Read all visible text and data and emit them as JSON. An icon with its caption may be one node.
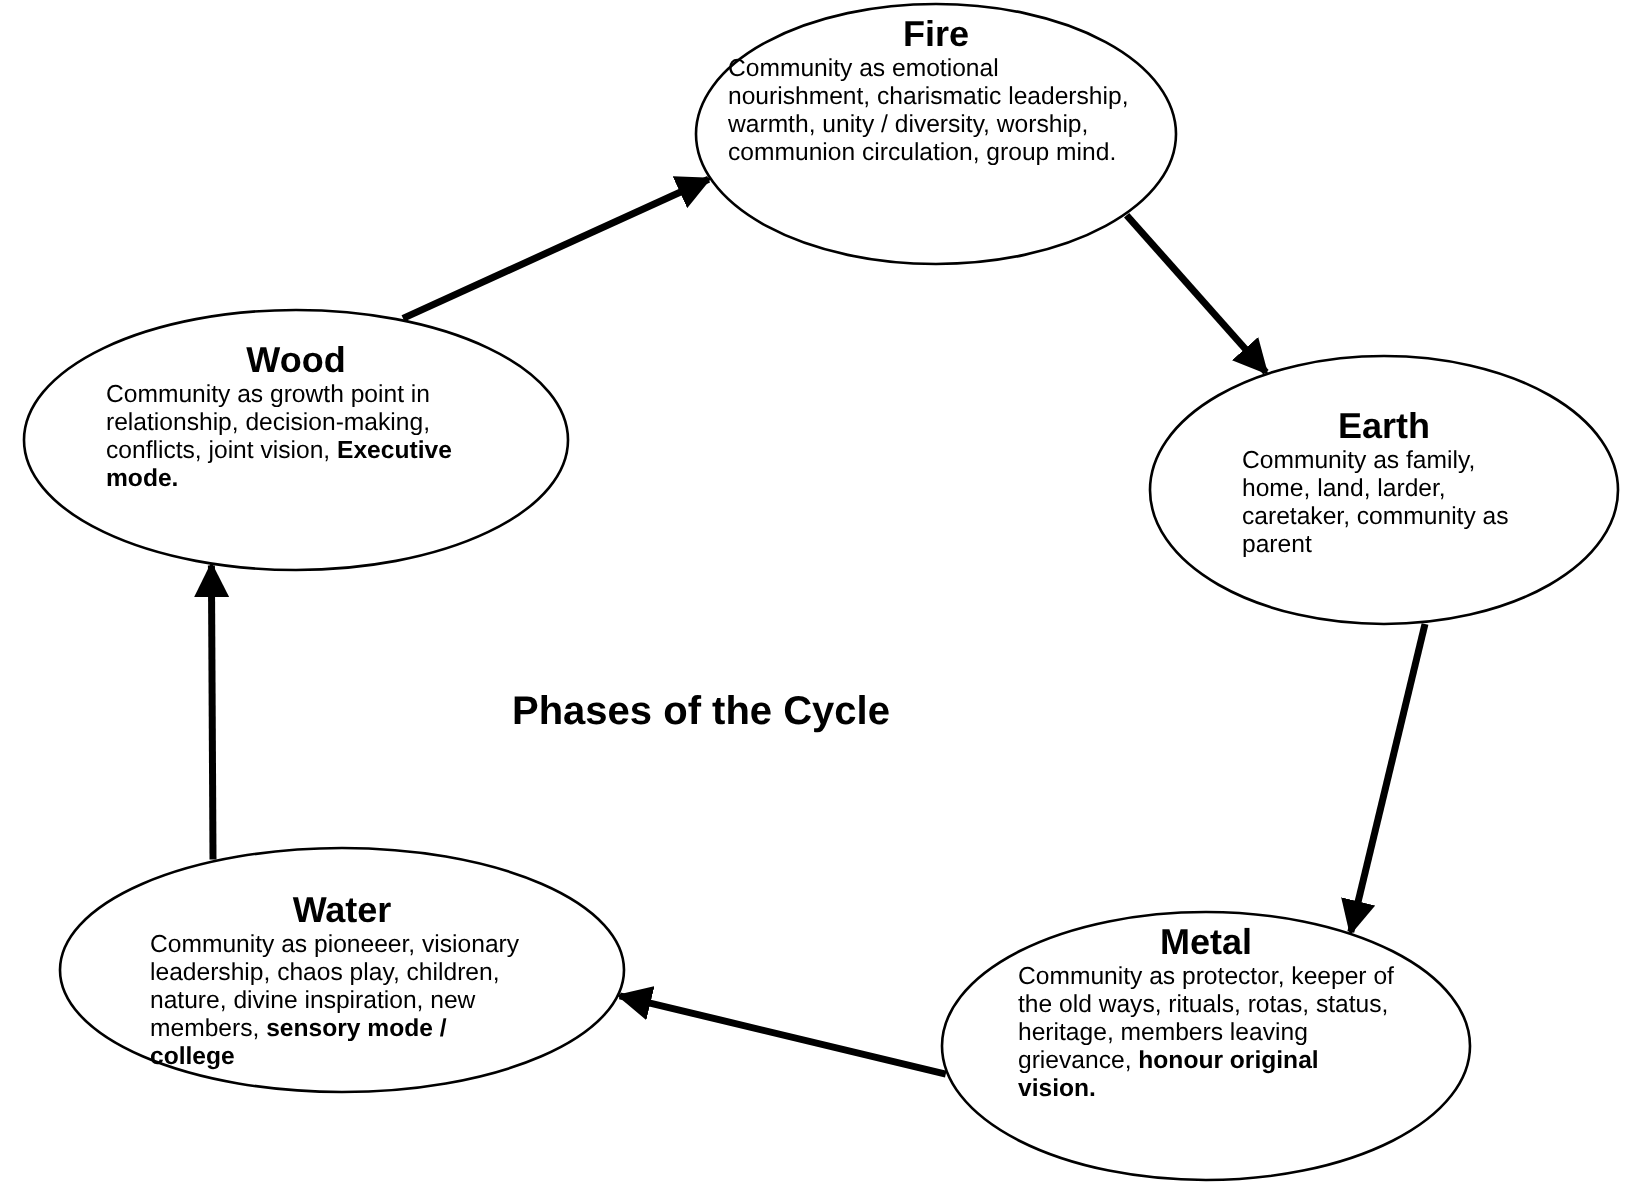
{
  "diagram": {
    "nodes": [
      {
        "text": [
          "Fire",
          "Community as emotional nourishment, charismatic leadership, warmth, unity / diversity, worship, communion circulation, group mind."
        ]
      },
      {
        "text": [
          "Wood",
          "Community as growth point in relationship, decision-making, conflicts, joint vision, **Executive mode.**"
        ]
      },
      {
        "text": [
          "Earth",
          "Community as family, home, land, larder, caretaker, community as parent"
        ]
      },
      {
        "text": [
          "Water",
          "Community as pioneeer, visionary leadership, chaos play, children, nature, divine inspiration, new members, **sensory mode / college**"
        ]
      },
      {
        "text": [
          "Metal",
          "Community as protector, keeper of the old ways, rituals, rotas, status, heritage, members leaving grievance, **honour original vision.**"
        ]
      }
    ],
    "edges": [
      {
        "from": 1,
        "to": 0,
        "arrow": "to"
      },
      {
        "from": 0,
        "to": 2,
        "arrow": "to"
      },
      {
        "from": 2,
        "to": 4,
        "arrow": "to"
      },
      {
        "from": 4,
        "to": 3,
        "arrow": "to"
      },
      {
        "from": 3,
        "to": 1,
        "arrow": "to"
      }
    ],
    "title": "Phases of the Cycle"
  }
}
